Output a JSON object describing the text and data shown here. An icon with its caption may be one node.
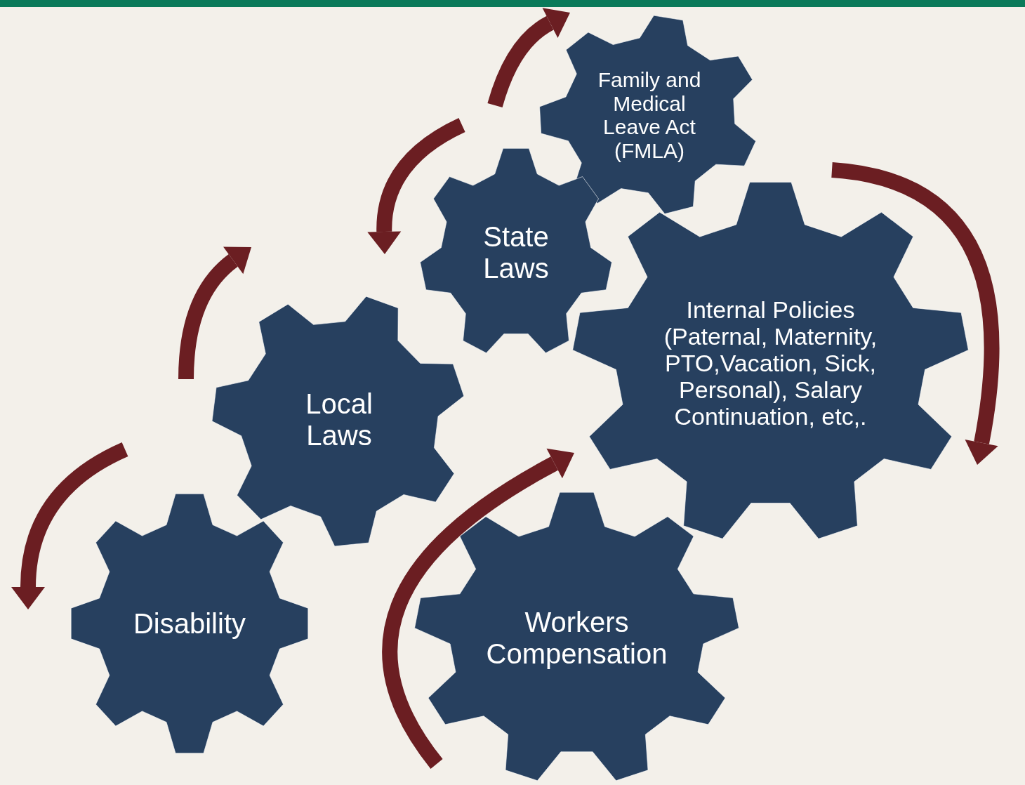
{
  "diagram": {
    "nodes": [
      {
        "text": [
          "Family and Medical Leave Act (FMLA)"
        ]
      },
      {
        "text": [
          "State Laws"
        ]
      },
      {
        "text": [
          "Internal Policies (Paternal, Maternity, PTO,Vacation, Sick, Personal), Salary Continuation, etc,."
        ]
      },
      {
        "text": [
          "Local Laws"
        ]
      },
      {
        "text": [
          "Disability"
        ]
      },
      {
        "text": [
          "Workers Compensation"
        ]
      }
    ]
  }
}
